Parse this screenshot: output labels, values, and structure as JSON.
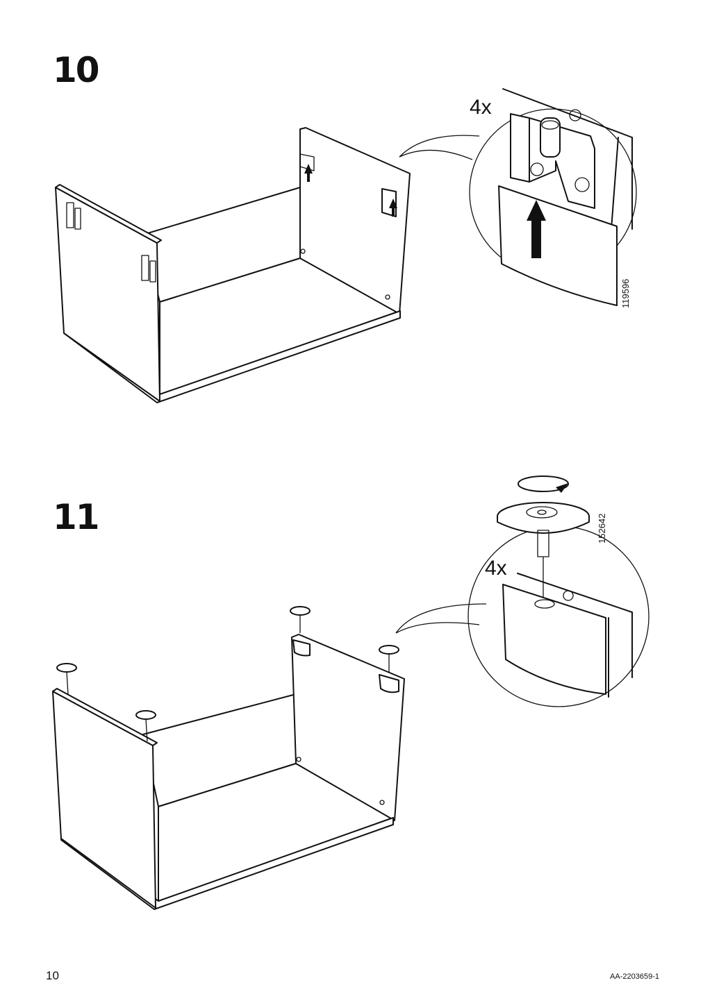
{
  "page": {
    "number": "10",
    "doc_id": "AA-2203659-1"
  },
  "steps": [
    {
      "number": "10",
      "quantity": "4x",
      "part_number": "119596"
    },
    {
      "number": "11",
      "quantity": "4x",
      "part_number": "152642"
    }
  ],
  "icons": {
    "step10_arrow": "arrow-up-icon",
    "step11_rotate": "rotate-clockwise-icon"
  },
  "colors": {
    "ink": "#111111",
    "paper": "#ffffff"
  }
}
